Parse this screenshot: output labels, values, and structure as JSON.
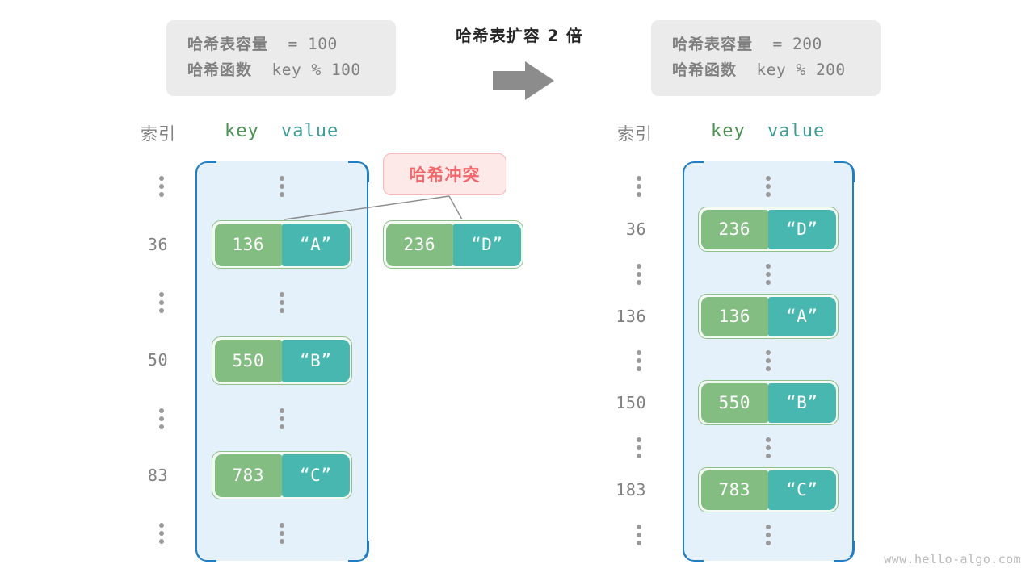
{
  "center": {
    "title": "哈希表扩容 2 倍",
    "arrow_icon": "arrow-right-icon"
  },
  "watermark": "www.hello-algo.com",
  "colors": {
    "panel_fill": "#e4f0fa",
    "panel_border": "#1f7ec4",
    "key_cell": "#84bd81",
    "value_cell": "#47b7b0",
    "pair_border": "#8dc08a",
    "badge_fill": "#fce9e8",
    "badge_border": "#f6b8b5",
    "badge_text": "#f0686c",
    "info_box_fill": "#ebebeb",
    "muted_text": "#808080",
    "key_header": "#4b9153",
    "value_header": "#3e9c94",
    "arrow": "#8c8c8c"
  },
  "before": {
    "info": {
      "capacity_label": "哈希表容量",
      "capacity_op": "=",
      "capacity_value": "100",
      "function_label": "哈希函数",
      "function_expr": "key % 100"
    },
    "headers": {
      "index": "索引",
      "key": "key",
      "value": "value"
    },
    "rows": [
      {
        "index": "⋮",
        "type": "ellipsis"
      },
      {
        "index": "36",
        "type": "entry",
        "key": "136",
        "value": "“A”"
      },
      {
        "index": "⋮",
        "type": "ellipsis"
      },
      {
        "index": "50",
        "type": "entry",
        "key": "550",
        "value": "“B”"
      },
      {
        "index": "⋮",
        "type": "ellipsis"
      },
      {
        "index": "83",
        "type": "entry",
        "key": "783",
        "value": "“C”"
      },
      {
        "index": "⋮",
        "type": "ellipsis"
      }
    ],
    "collision": {
      "badge_label": "哈希冲突",
      "colliding_entry": {
        "key": "236",
        "value": "“D”"
      }
    }
  },
  "after": {
    "info": {
      "capacity_label": "哈希表容量",
      "capacity_op": "=",
      "capacity_value": "200",
      "function_label": "哈希函数",
      "function_expr": "key % 200"
    },
    "headers": {
      "index": "索引",
      "key": "key",
      "value": "value"
    },
    "rows": [
      {
        "index": "⋮",
        "type": "ellipsis"
      },
      {
        "index": "36",
        "type": "entry",
        "key": "236",
        "value": "“D”"
      },
      {
        "index": "⋮",
        "type": "ellipsis"
      },
      {
        "index": "136",
        "type": "entry",
        "key": "136",
        "value": "“A”"
      },
      {
        "index": "⋮",
        "type": "ellipsis"
      },
      {
        "index": "150",
        "type": "entry",
        "key": "550",
        "value": "“B”"
      },
      {
        "index": "⋮",
        "type": "ellipsis"
      },
      {
        "index": "183",
        "type": "entry",
        "key": "783",
        "value": "“C”"
      },
      {
        "index": "⋮",
        "type": "ellipsis"
      }
    ]
  }
}
